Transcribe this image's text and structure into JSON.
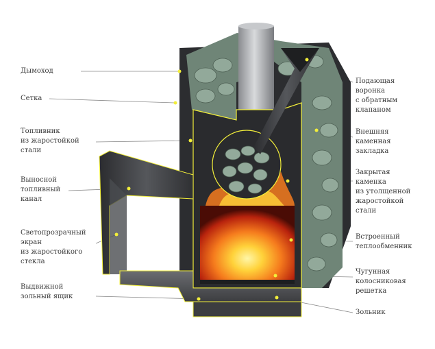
{
  "labels_left": [
    "Дымоход",
    "Сетка",
    "Топливник\nиз жаростойкой\nстали",
    "Выносной\nтопливный\nканал",
    "Светопрозрачный\nэкран\nиз жаростойкого\nстекла",
    "Выдвижной\nзольный ящик"
  ],
  "labels_right": [
    "Подающая\nворонка\nс обратным\nклапаном",
    "Внешняя\nкаменная\nзакладка",
    "Закрытая\nкаменка\nиз утолщенной\nжаростойкой\nстали",
    "Встроенный\nтеплообменник",
    "Чугунная\nколосниковая\nрешетка",
    "Зольник"
  ],
  "colors": {
    "steel_dark": "#3a3b3e",
    "steel_mid": "#5c5e62",
    "stone": "#7e9486",
    "fire_core": "#ffd23a",
    "fire_outer": "#e2451a",
    "callout_dot": "#f2ee3a",
    "line": "#8a8a8a"
  },
  "icons": [
    "chimney-pipe",
    "stone-pile",
    "fire",
    "funnel"
  ]
}
